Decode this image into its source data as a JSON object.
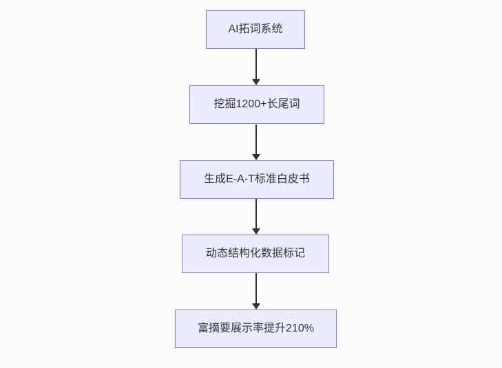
{
  "diagram": {
    "type": "flowchart",
    "direction": "top-down",
    "nodes": [
      {
        "id": "A",
        "label": "AI拓词系统"
      },
      {
        "id": "B",
        "label": "挖掘1200+长尾词"
      },
      {
        "id": "C",
        "label": "生成E-A-T标准白皮书"
      },
      {
        "id": "D",
        "label": "动态结构化数据标记"
      },
      {
        "id": "E",
        "label": "富摘要展示率提升210%"
      }
    ],
    "edges": [
      {
        "from": "A",
        "to": "B"
      },
      {
        "from": "B",
        "to": "C"
      },
      {
        "from": "C",
        "to": "D"
      },
      {
        "from": "D",
        "to": "E"
      }
    ],
    "colors": {
      "node_fill": "#ECECFF",
      "node_border": "#9370DB",
      "arrow": "#333333",
      "text": "#333333",
      "background": "#FBFBFB"
    }
  }
}
